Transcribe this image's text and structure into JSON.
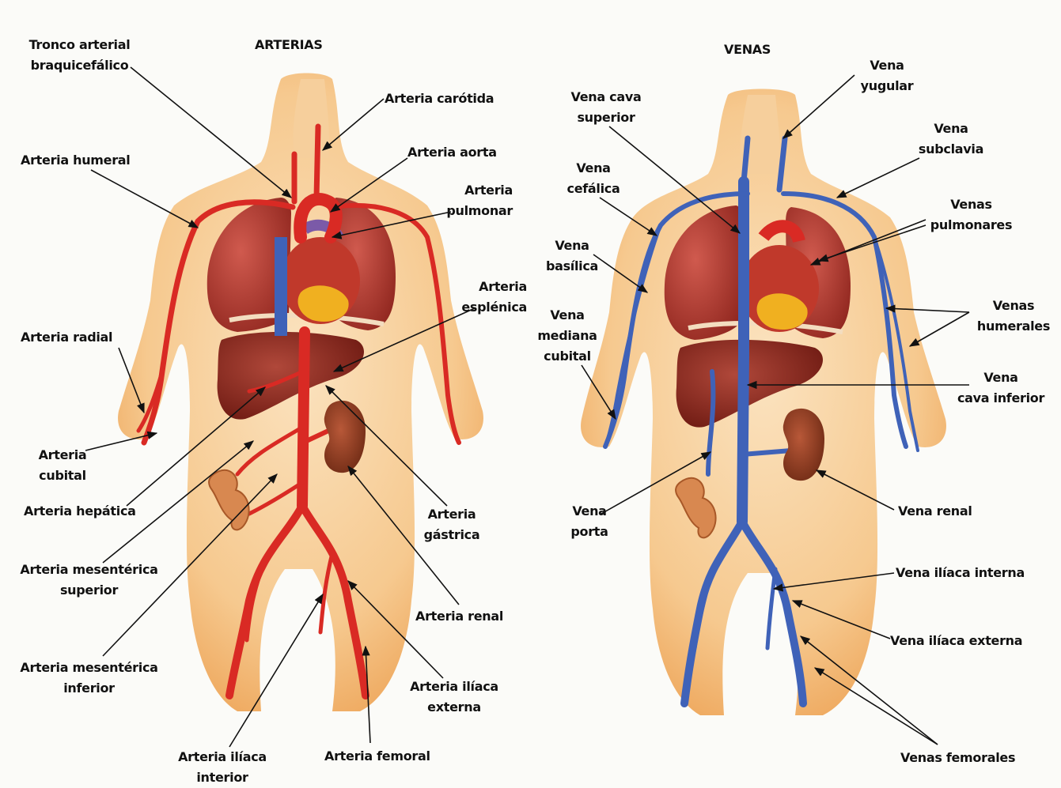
{
  "headings": {
    "arteries": "ARTERIAS",
    "veins": "VENAS"
  },
  "arteries_labels": {
    "tronco_1": "Tronco arterial",
    "tronco_2": "braquicefálico",
    "carotida": "Arteria carótida",
    "humeral": "Arteria humeral",
    "aorta": "Arteria aorta",
    "pulmonar_1": "Arteria",
    "pulmonar_2": "pulmonar",
    "esplenica_1": "Arteria",
    "esplenica_2": "esplénica",
    "radial": "Arteria radial",
    "cubital_1": "Arteria",
    "cubital_2": "cubital",
    "hepatica": "Arteria hepática",
    "gastrica_1": "Arteria",
    "gastrica_2": "gástrica",
    "mes_sup_1": "Arteria mesentérica",
    "mes_sup_2": "superior",
    "renal": "Arteria renal",
    "mes_inf_1": "Arteria mesentérica",
    "mes_inf_2": "inferior",
    "iliaca_ext_1": "Arteria ilíaca",
    "iliaca_ext_2": "externa",
    "iliaca_int_1": "Arteria ilíaca",
    "iliaca_int_2": "interior",
    "femoral": "Arteria femoral"
  },
  "veins_labels": {
    "yugular_1": "Vena",
    "yugular_2": "yugular",
    "cava_sup_1": "Vena cava",
    "cava_sup_2": "superior",
    "subclavia_1": "Vena",
    "subclavia_2": "subclavia",
    "cefalica_1": "Vena",
    "cefalica_2": "cefálica",
    "pulmonares_1": "Venas",
    "pulmonares_2": "pulmonares",
    "basilica_1": "Vena",
    "basilica_2": "basílica",
    "humerales_1": "Venas",
    "humerales_2": "humerales",
    "mediana_1": "Vena",
    "mediana_2": "mediana",
    "mediana_3": "cubital",
    "cava_inf_1": "Vena",
    "cava_inf_2": "cava inferior",
    "porta_1": "Vena",
    "porta_2": "porta",
    "renal": "Vena renal",
    "iliaca_int": "Vena ilíaca interna",
    "iliaca_ext": "Vena ilíaca externa",
    "femorales": "Venas femorales"
  },
  "colors": {
    "background": "#fbfbf8",
    "skin": "#f5c78e",
    "artery": "#d92a24",
    "vein": "#3f62b8",
    "lung": "#b43a32",
    "liver": "#8e2a20",
    "fat": "#f0b020",
    "text": "#111111"
  }
}
